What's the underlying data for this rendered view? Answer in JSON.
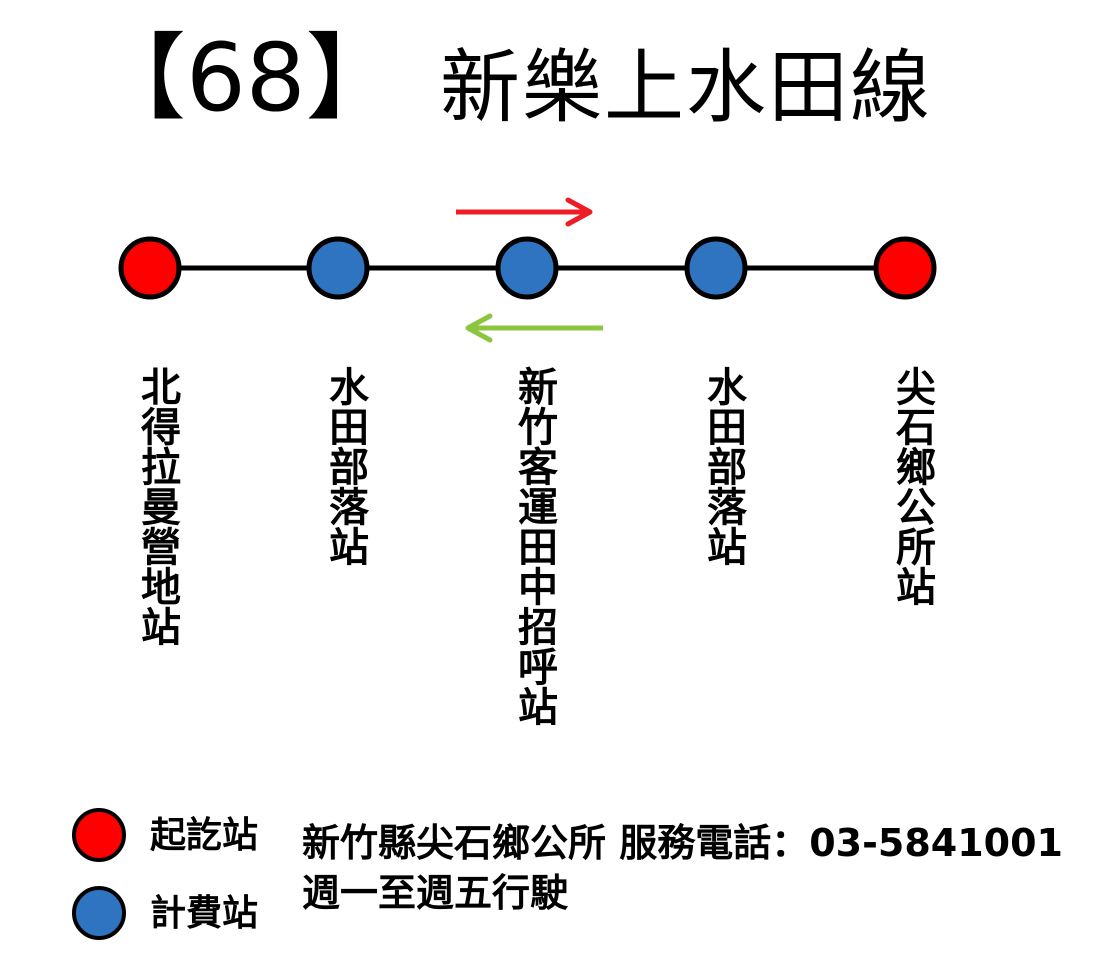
{
  "title": {
    "route_number": "【68】",
    "route_name": "新樂上水田線"
  },
  "colors": {
    "terminal": "#ff0000",
    "fare_stop": "#2e74c0",
    "outbound_arrow": "#ee1c24",
    "inbound_arrow": "#8cc63f",
    "line": "#000000"
  },
  "stations": [
    {
      "name": "北得拉曼營地站",
      "type": "terminal"
    },
    {
      "name": "水田部落站",
      "type": "fare_stop"
    },
    {
      "name": "新竹客運田中招呼站",
      "type": "fare_stop"
    },
    {
      "name": "水田部落站",
      "type": "fare_stop"
    },
    {
      "name": "尖石鄉公所站",
      "type": "terminal"
    }
  ],
  "legend": {
    "terminal_label": "起訖站",
    "fare_stop_label": "計費站"
  },
  "info": {
    "contact": "新竹縣尖石鄉公所 服務電話：03-5841001",
    "schedule": "週一至週五行駛"
  }
}
